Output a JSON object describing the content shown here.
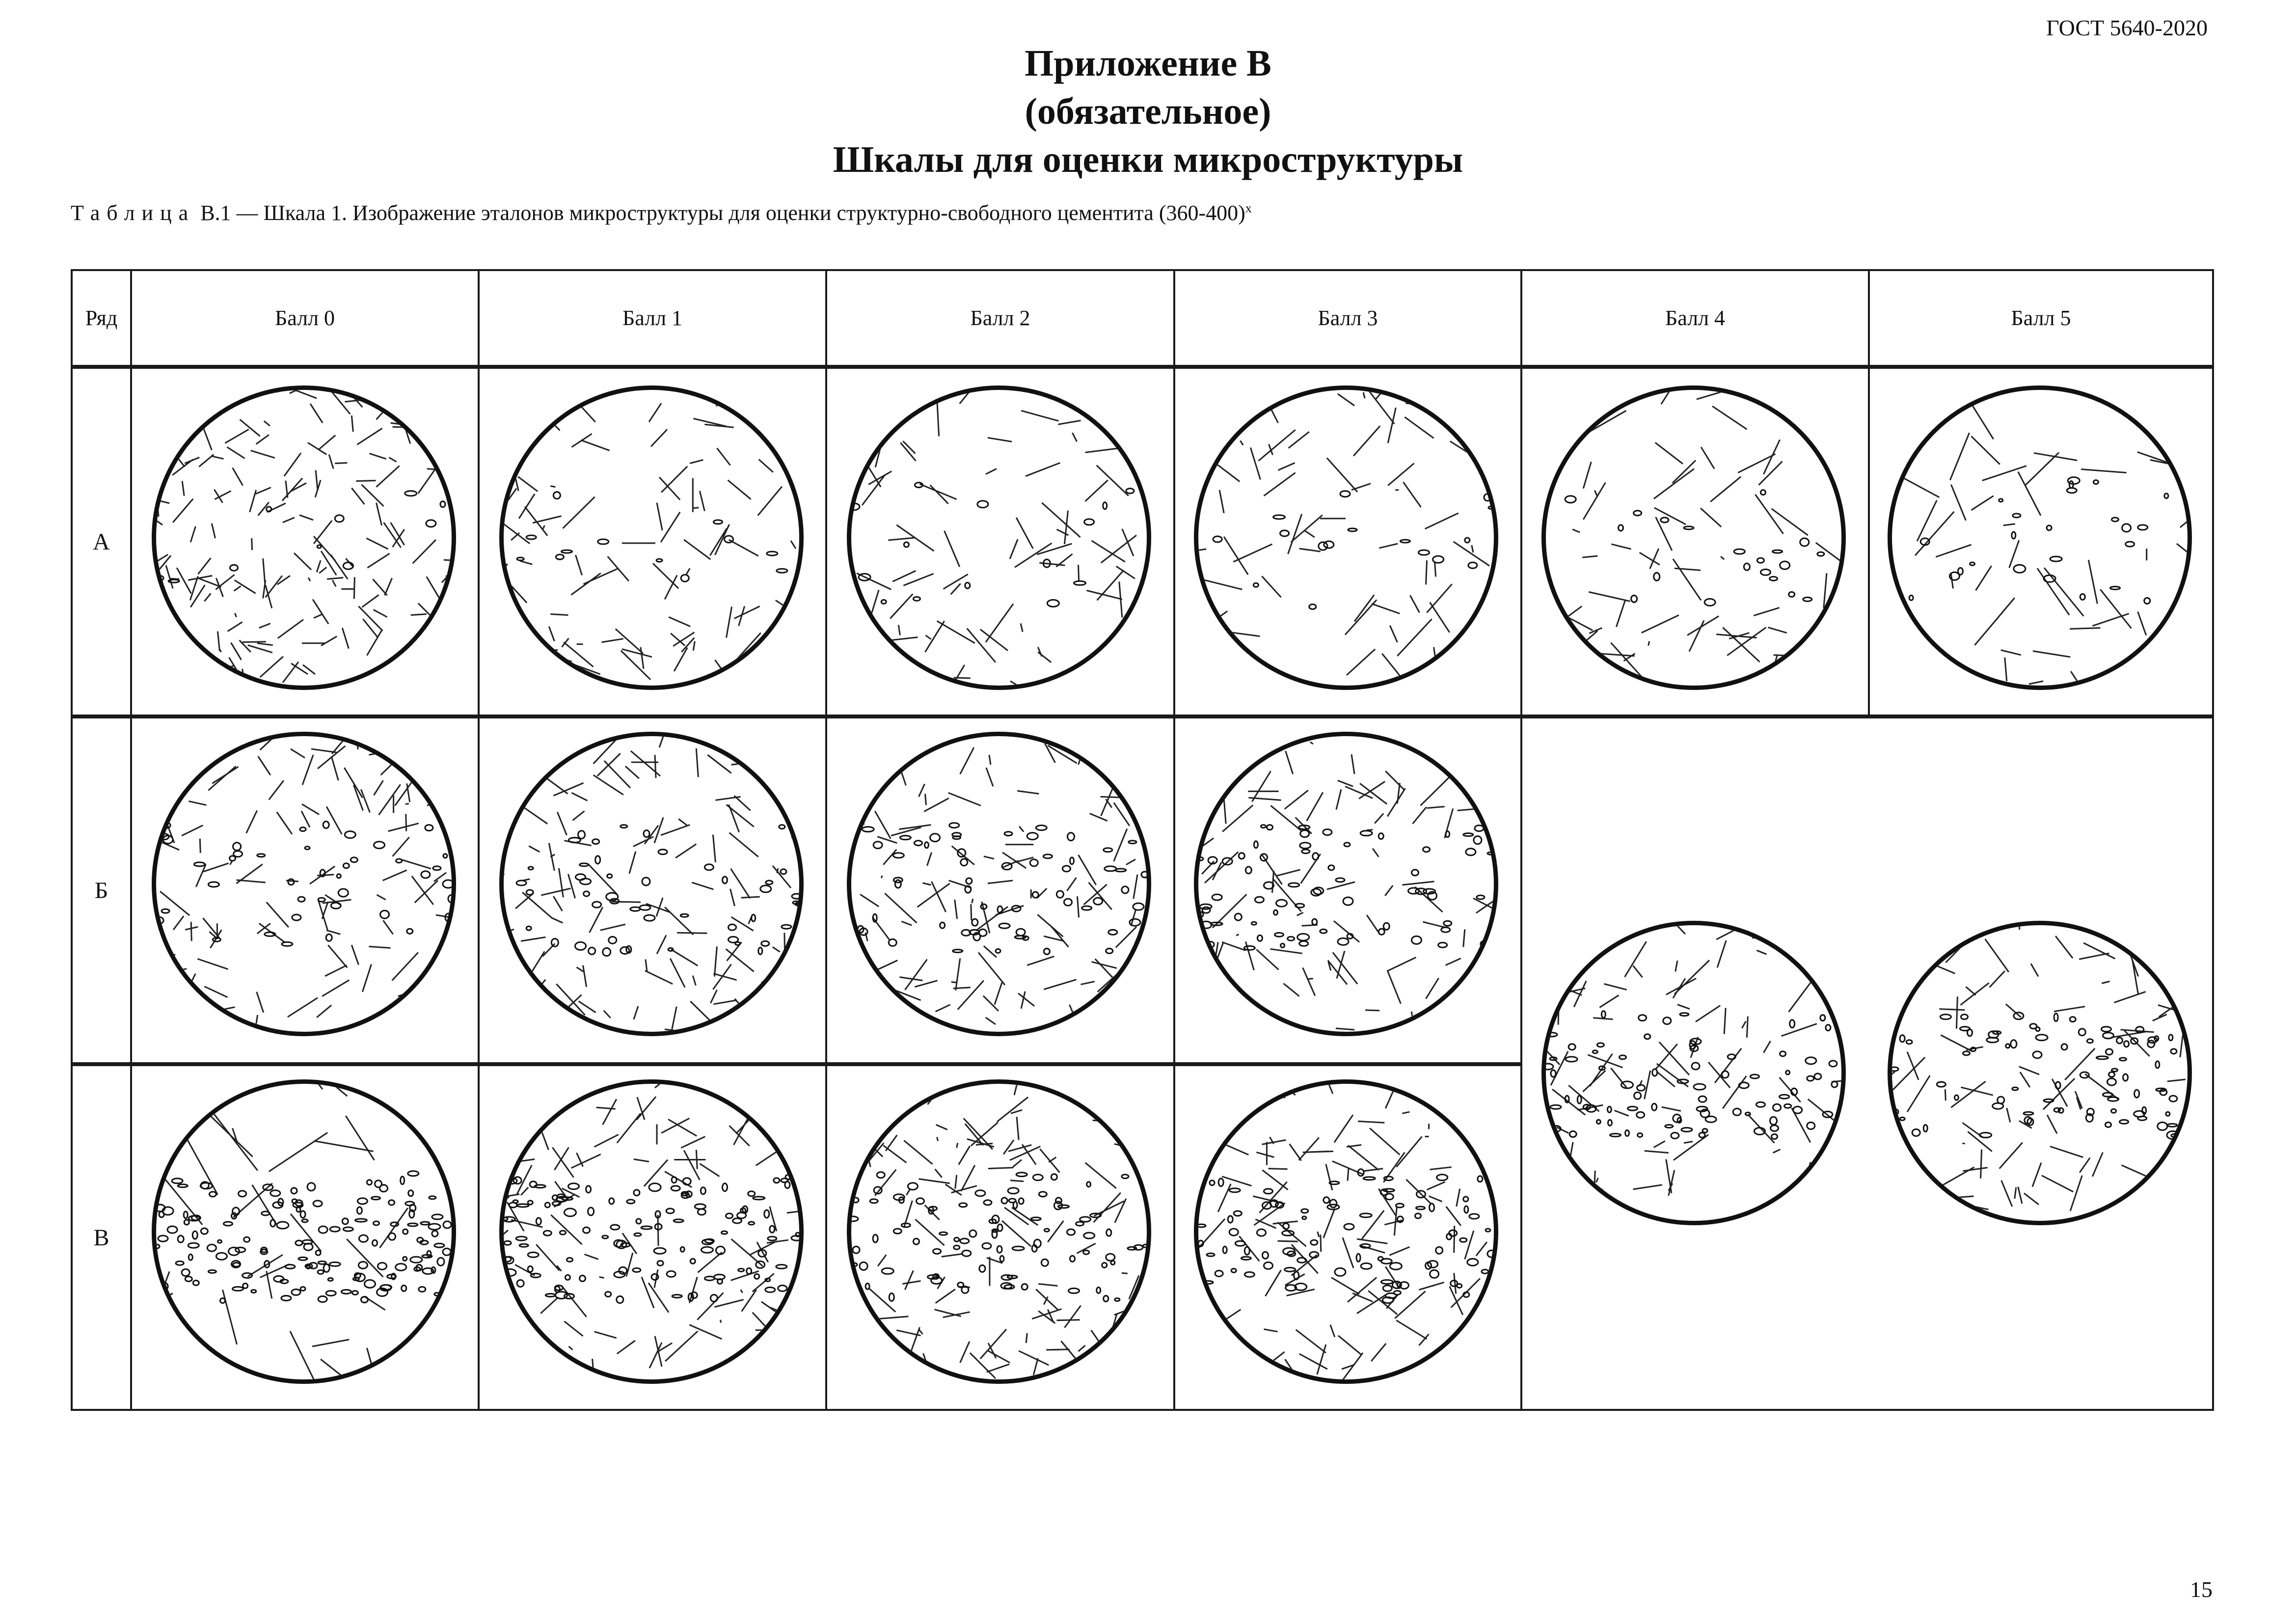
{
  "header": {
    "doc_code": "ГОСТ 5640-2020",
    "appendix": "Приложение В",
    "status": "(обязательное)",
    "title": "Шкалы для оценки микроструктуры"
  },
  "caption": {
    "label": "Таблица",
    "text": "В.1 — Шкала 1. Изображение эталонов микроструктуры для оценки структурно-свободного цементита (360-400)",
    "superscript": "x"
  },
  "table": {
    "corner_header": "Ряд",
    "columns": [
      "Балл 0",
      "Балл 1",
      "Балл 2",
      "Балл 3",
      "Балл 4",
      "Балл 5"
    ],
    "rows": [
      {
        "label": "А",
        "images": [
          "A-0",
          "A-1",
          "A-2",
          "A-3",
          "A-4",
          "A-5"
        ]
      },
      {
        "label": "Б",
        "images": [
          "Б-0",
          "Б-1",
          "Б-2",
          "Б-3"
        ]
      },
      {
        "label": "В",
        "images": [
          "В-0",
          "В-1",
          "В-2",
          "В-3"
        ]
      }
    ],
    "merged_cell": {
      "rows": [
        "Б",
        "В"
      ],
      "columns": [
        "Балл 4",
        "Балл 5"
      ],
      "images": [
        "БВ-4",
        "БВ-5"
      ]
    }
  },
  "footer": {
    "page_number": "15"
  }
}
